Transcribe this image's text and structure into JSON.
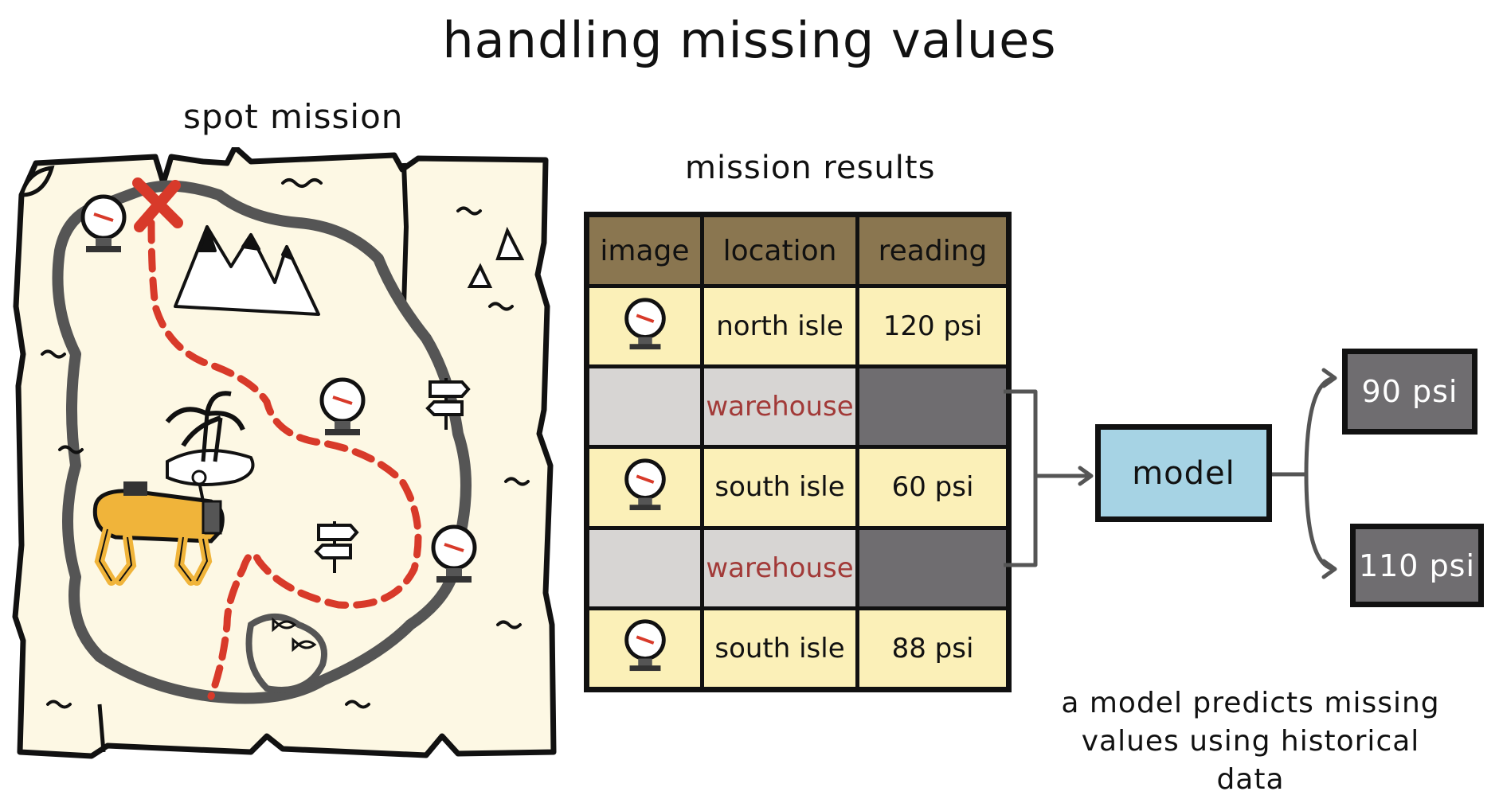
{
  "title": "handling missing values",
  "map": {
    "label": "spot mission"
  },
  "table": {
    "label": "mission results",
    "headers": [
      "image",
      "location",
      "reading"
    ],
    "rows": [
      {
        "location": "north isle",
        "reading": "120 psi",
        "missing": false
      },
      {
        "location": "warehouse",
        "reading": "",
        "missing": true
      },
      {
        "location": "south isle",
        "reading": "60 psi",
        "missing": false
      },
      {
        "location": "warehouse",
        "reading": "",
        "missing": true
      },
      {
        "location": "south isle",
        "reading": "88 psi",
        "missing": false
      }
    ]
  },
  "model": {
    "label": "model"
  },
  "predictions": [
    "90 psi",
    "110 psi"
  ],
  "caption": {
    "line1": "a model predicts missing",
    "line2": "values using historical data"
  },
  "colors": {
    "parchment": "#fdf8e4",
    "table_header": "#8a7650",
    "row_filled": "#fbf0b8",
    "row_missing_light": "#d7d5d3",
    "row_missing_dark": "#6f6d70",
    "model_box": "#a6d3e4",
    "path_red": "#d83a2a",
    "robot_yellow": "#f0b43a"
  },
  "icons": [
    "gauge-icon",
    "x-mark-icon",
    "mountains-icon",
    "signpost-icon",
    "palm-island-icon",
    "robot-dog-icon",
    "shark-fin-icon",
    "fish-icon"
  ]
}
